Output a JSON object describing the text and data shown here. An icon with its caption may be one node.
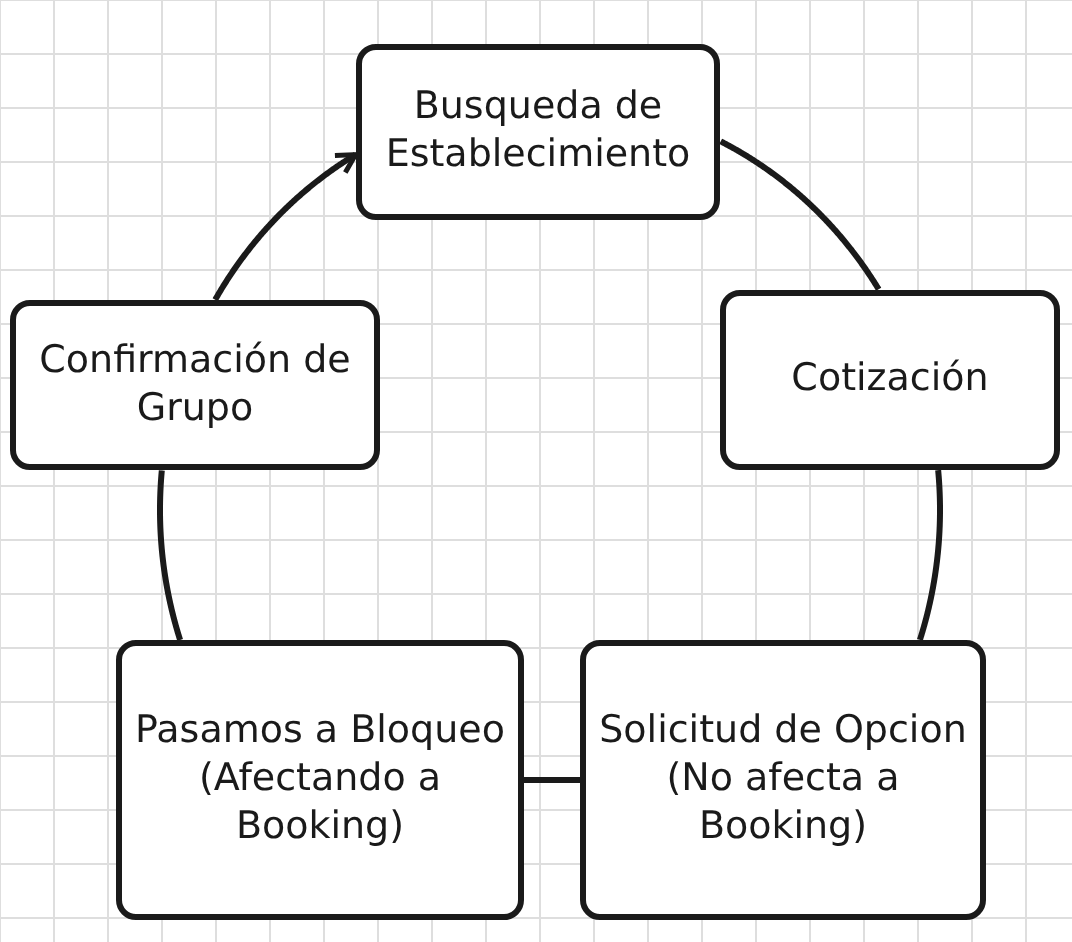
{
  "diagram": {
    "nodes": [
      {
        "text": [
          "Busqueda de Establecimiento"
        ]
      },
      {
        "text": [
          "Confirmación de Grupo"
        ]
      },
      {
        "text": [
          "Cotización"
        ]
      },
      {
        "text": [
          "Pasamos a Bloqueo (Afectando a Booking)"
        ]
      },
      {
        "text": [
          "Solicitud de Opcion (No afecta a Booking)"
        ]
      }
    ],
    "edges": [
      {
        "from": 0,
        "to": 2,
        "arrow": "none"
      },
      {
        "from": 2,
        "to": 4,
        "arrow": "none"
      },
      {
        "from": 4,
        "to": 3,
        "arrow": "none"
      },
      {
        "from": 3,
        "to": 1,
        "arrow": "none"
      },
      {
        "from": 1,
        "to": 0,
        "arrow": "to"
      }
    ]
  }
}
